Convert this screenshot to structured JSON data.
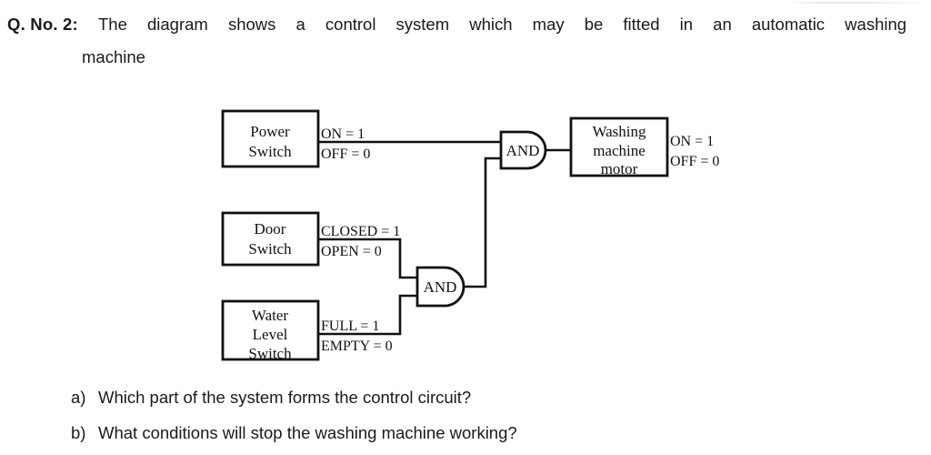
{
  "question": {
    "number_label": "Q. No. 2:",
    "stem_words_line1": [
      "The",
      "diagram",
      "shows",
      "a",
      "control",
      "system",
      "which",
      "may",
      "be",
      "fitted",
      "in",
      "an",
      "automatic",
      "washing"
    ],
    "stem_line2": "machine"
  },
  "diagram": {
    "blocks": [
      {
        "id": "power-switch",
        "lines": [
          "Power",
          "Switch"
        ]
      },
      {
        "id": "door-switch",
        "lines": [
          "Door",
          "Switch"
        ]
      },
      {
        "id": "water-level-switch",
        "lines": [
          "Water",
          "Level",
          "Switch"
        ]
      },
      {
        "id": "washing-machine-motor",
        "lines": [
          "Washing",
          "machine",
          "motor"
        ]
      }
    ],
    "power_switch": {
      "line1": "Power",
      "line2": "Switch"
    },
    "door_switch": {
      "line1": "Door",
      "line2": "Switch"
    },
    "water_level_switch": {
      "line1": "Water",
      "line2": "Level",
      "line3": "Switch"
    },
    "motor": {
      "line1": "Washing",
      "line2": "machine",
      "line3": "motor"
    },
    "labels": {
      "power_high": "ON = 1",
      "power_low": "OFF = 0",
      "door_high": "CLOSED = 1",
      "door_low": "OPEN = 0",
      "water_high": "FULL = 1",
      "water_low": "EMPTY = 0",
      "motor_high": "ON = 1",
      "motor_low": "OFF = 0"
    },
    "gates": {
      "gate_top": "AND",
      "gate_bottom": "AND"
    },
    "colors": {
      "ink": "#111111",
      "paper": "#ffffff"
    }
  },
  "sub_questions": [
    {
      "marker": "a)",
      "text": "Which part of the system forms the control circuit?"
    },
    {
      "marker": "b)",
      "text": "What conditions will stop the washing machine working?"
    }
  ]
}
